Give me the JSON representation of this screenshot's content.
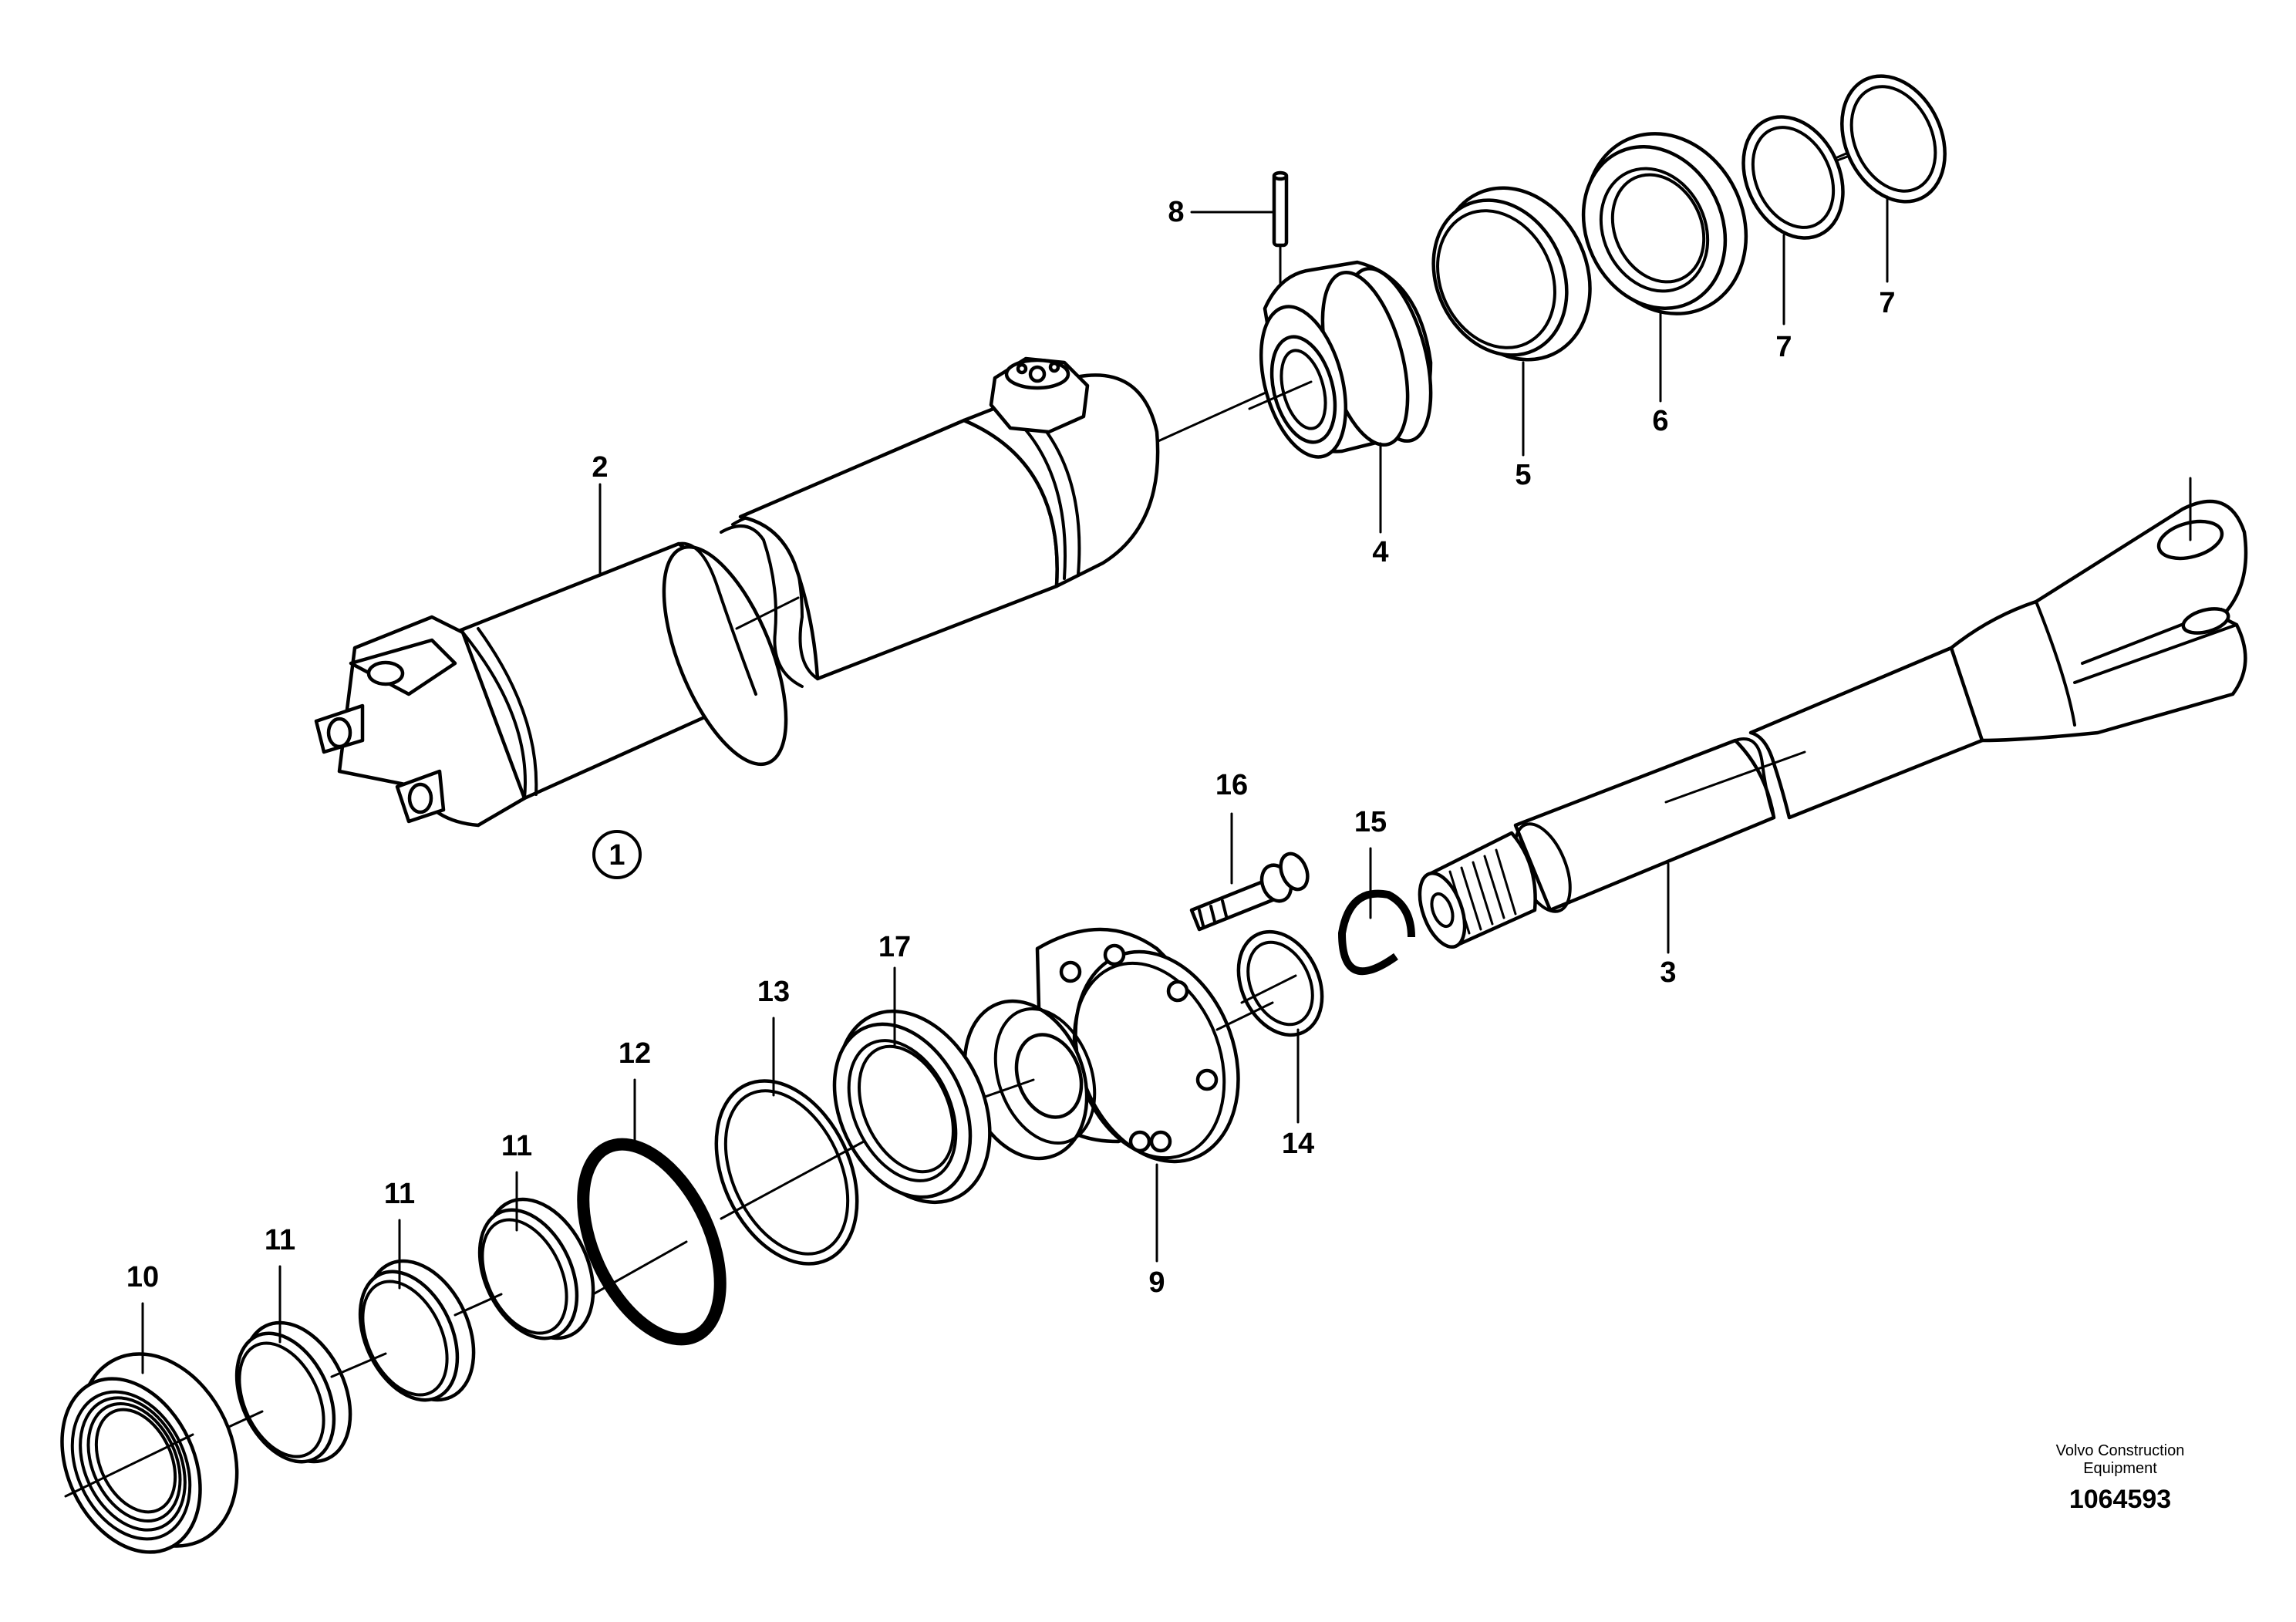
{
  "figure": {
    "kind": "exploded parts diagram",
    "callouts": [
      "1",
      "2",
      "3",
      "4",
      "5",
      "6",
      "7",
      "7",
      "8",
      "9",
      "10",
      "11",
      "11",
      "11",
      "12",
      "13",
      "14",
      "15",
      "16",
      "17"
    ],
    "assembly_marker": "1",
    "credit_line_1": "Volvo Construction",
    "credit_line_2": "Equipment",
    "document_number": "1064593"
  }
}
